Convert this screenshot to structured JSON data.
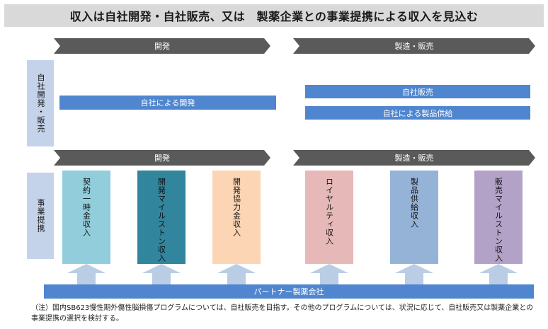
{
  "title": "収入は自社開発・自社販売、又は　製薬企業との事業提携による収入を見込む",
  "top_section": {
    "side_label": "自社開発・販売",
    "chevron_dev": "開発",
    "chevron_mfg": "製造・販売",
    "bar_dev": "自社による開発",
    "bar_sales": "自社販売",
    "bar_supply": "自社による製品供給"
  },
  "bottom_section": {
    "side_label": "事業提携",
    "chevron_dev": "開発",
    "chevron_mfg": "製造・販売",
    "columns": [
      {
        "label": "契約一時金収入",
        "color": "#92cddc"
      },
      {
        "label": "開発マイルストン収入",
        "color": "#31859c"
      },
      {
        "label": "開発協力金収入",
        "color": "#fcd5b5"
      },
      {
        "label": "ロイヤルティ収入",
        "color": "#e6b9b8"
      },
      {
        "label": "製品供給収入",
        "color": "#95b3d7"
      },
      {
        "label": "販売マイルストン収入",
        "color": "#b3a2c7"
      }
    ],
    "partner_bar": "パートナー製薬会社"
  },
  "colors": {
    "chevron": "#5a5a5a",
    "side_label_bg": "#c5d3ea",
    "blue_bar": "#4f86cf",
    "arrow": "#b9cde5",
    "title_bg": "#d9d9d9"
  },
  "note": "（注）国内SB623慢性期外傷性脳損傷プログラムについては、自社販売を目指す。その他のプログラムについては、状況に応じて、自社販売又は製薬企業との事業提携の選択を検討する。"
}
